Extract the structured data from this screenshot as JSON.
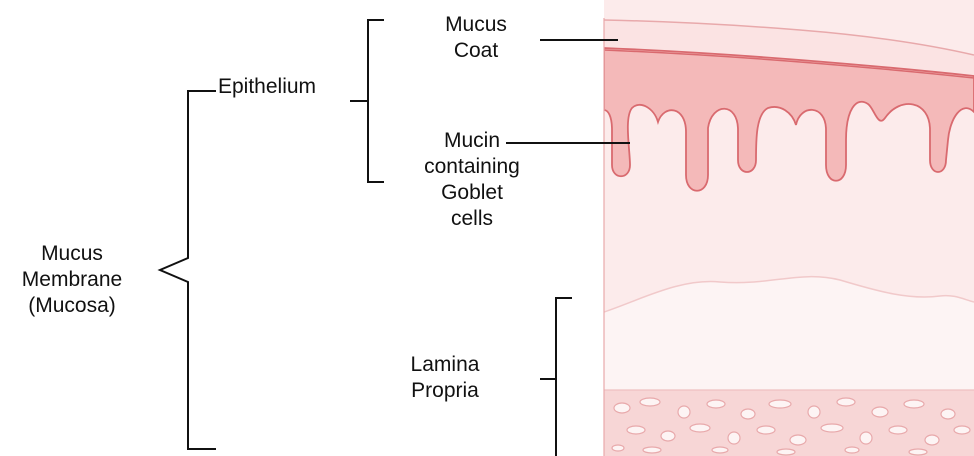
{
  "labels": {
    "mucosa": [
      "Mucus",
      "Membrane",
      "(Mucosa)"
    ],
    "epithelium": "Epithelium",
    "mucus_coat": [
      "Mucus",
      "Coat"
    ],
    "goblet": [
      "Mucin",
      "containing",
      "Goblet",
      "cells"
    ],
    "lamina_propria": [
      "Lamina",
      "Propria"
    ]
  },
  "colors": {
    "mucus_coat": "#fbe3e3",
    "epithelium": "#f4b9b9",
    "epithelium_edge": "#d96a6f",
    "lamina": "#fcebeb",
    "lamina_light": "#fdf4f4",
    "submucosa": "#f7d6d6",
    "stroke": "#111111"
  }
}
